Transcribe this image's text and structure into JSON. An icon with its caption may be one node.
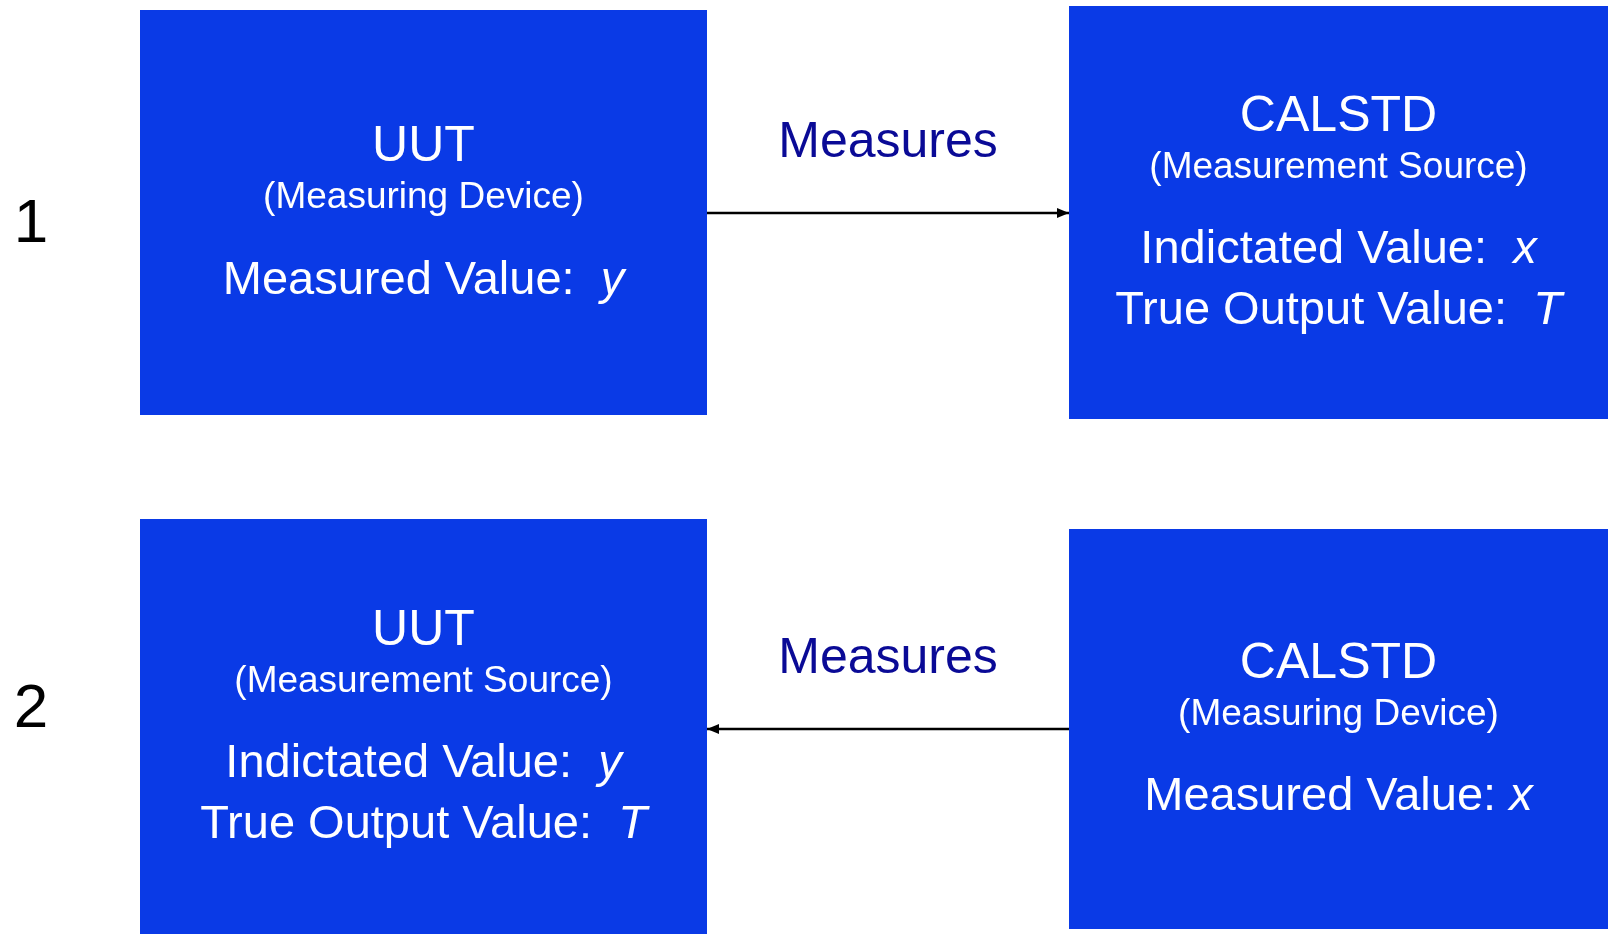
{
  "diagram": {
    "nodes": [
      {
        "text": [
          "UUT",
          "(Measuring Device)",
          "Measured Value:  *y*"
        ]
      },
      {
        "text": [
          "CALSTD",
          "(Measurement Source)",
          "Indictated Value:  *x*",
          "True Output Value:  *T*"
        ]
      },
      {
        "text": [
          "UUT",
          "(Measurement Source)",
          "Indictated Value:  *y*",
          "True Output Value:  *T*"
        ]
      },
      {
        "text": [
          "CALSTD",
          "(Measuring Device)",
          "Measured Value: *x*"
        ]
      }
    ],
    "edges": [
      {
        "from": 0,
        "to": 1,
        "arrow": "to",
        "label": "Measures"
      },
      {
        "from": 3,
        "to": 2,
        "arrow": "to",
        "label": "Measures"
      }
    ],
    "labels": [
      "1",
      "2"
    ]
  }
}
